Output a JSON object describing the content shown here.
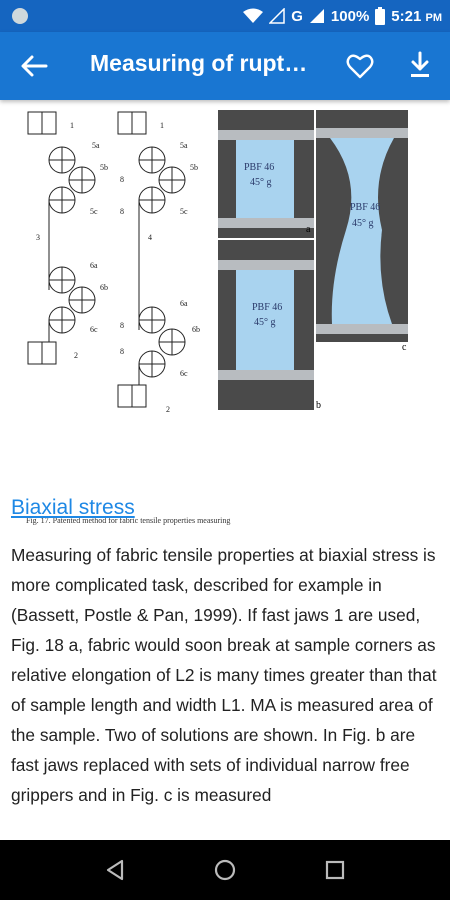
{
  "status": {
    "battery": "100%",
    "network": "G",
    "time": "5:21",
    "ampm": "PM"
  },
  "appbar": {
    "title": "Measuring of rupt…",
    "back_icon": "arrow-back-icon",
    "favorite_icon": "heart-outline-icon",
    "download_icon": "download-icon"
  },
  "figure": {
    "caption": "Fig. 17. Patented method for fabric tensile properties measuring",
    "labels": {
      "a1": "1",
      "a5a": "5a",
      "a5b": "5b",
      "a5c": "5c",
      "a3": "3",
      "a6a": "6a",
      "a6b": "6b",
      "a6c": "6c",
      "a2": "2",
      "b1": "1",
      "b5a": "5a",
      "b5b": "5b",
      "b5c": "5c",
      "b4": "4",
      "b6a": "6a",
      "b6b": "6b",
      "b6c": "6c",
      "b2": "2",
      "b8a": "8",
      "b8b": "8",
      "b8c": "8",
      "b8d": "8",
      "photo_a": "a",
      "photo_b": "b",
      "photo_c": "c"
    }
  },
  "section": {
    "heading": "Biaxial stress",
    "paragraph": "Measuring of fabric tensile properties at biaxial stress is more complicated task, described for example in (Bassett, Postle & Pan, 1999). If fast jaws 1 are used, Fig. 18 a, fabric would soon break at sample corners as relative elongation of L2 is many times greater than that of sample length and width L1. MA is measured area of the sample. Two of solutions are shown. In Fig. b are fast jaws replaced with sets of individual narrow free grippers and in Fig. c is measured"
  },
  "colors": {
    "statusbar": "#1565c0",
    "appbar": "#1976d2",
    "link": "#1e88e5"
  }
}
